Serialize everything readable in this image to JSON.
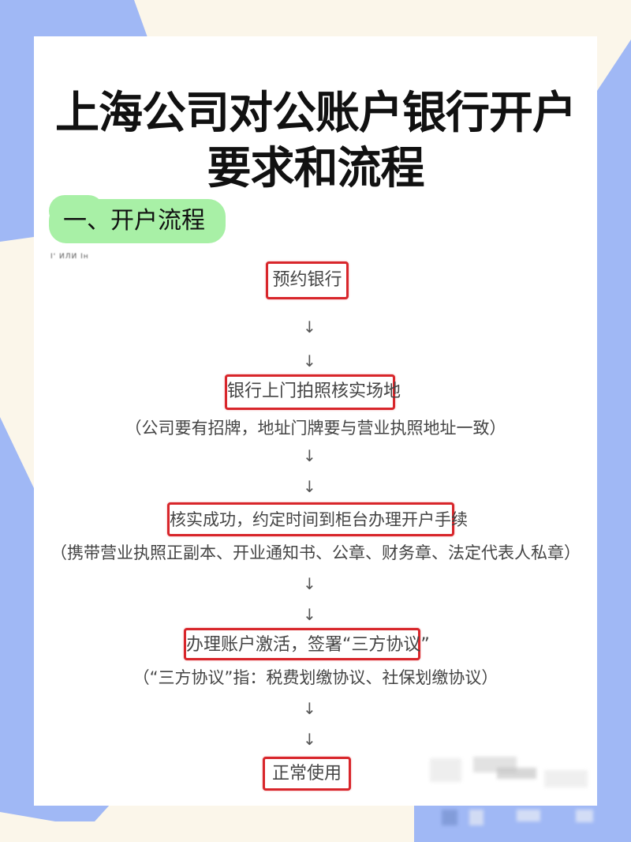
{
  "title": {
    "line1": "上海公司对公账户银行开户",
    "line2": "要求和流程"
  },
  "section": {
    "label": "一、开户流程"
  },
  "cropped_text": "I'  ИЛИ Iн",
  "flow": {
    "arrow_glyph": "↓",
    "steps": [
      {
        "label": "预约银行",
        "note": ""
      },
      {
        "label": "银行上门拍照核实场地",
        "note": "（公司要有招牌，地址门牌要与营业执照地址一致）"
      },
      {
        "label": "核实成功，约定时间到柜台办理开户手续",
        "note": "（携带营业执照正副本、开业通知书、公章、财务章、法定代表人私章）"
      },
      {
        "label": "办理账户激活，签署“三方协议”",
        "note": "（“三方协议”指：税费划缴协议、社保划缴协议）"
      },
      {
        "label": "正常使用",
        "note": ""
      }
    ]
  },
  "colors": {
    "background": "#fbf6ea",
    "accent_blue": "#a0b8f5",
    "pill_green": "#a8f0a6",
    "box_red": "#d8262b",
    "card": "#ffffff"
  }
}
